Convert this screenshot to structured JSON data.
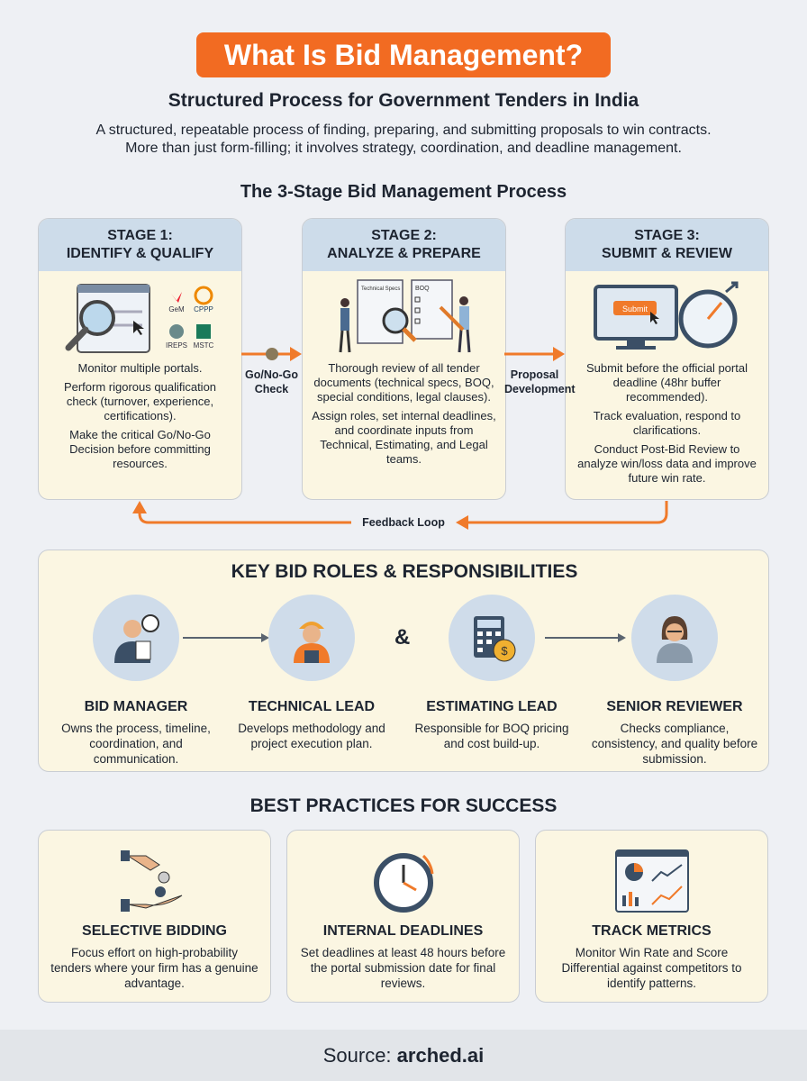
{
  "title": "What Is Bid Management?",
  "subtitle": "Structured Process for Government Tenders in India",
  "description": [
    "A structured, repeatable process of finding, preparing, and submitting proposals to win contracts.",
    "More than just form-filling; it involves strategy, coordination, and deadline management."
  ],
  "process": {
    "title": "The 3-Stage Bid Management Process",
    "stages": [
      {
        "label": "STAGE 1:",
        "name": "IDENTIFY & QUALIFY",
        "portals": [
          "GeM",
          "CPPP",
          "IREPS",
          "MSTC"
        ],
        "points": [
          "Monitor multiple portals.",
          "Perform rigorous qualification check (turnover, experience, certifications).",
          "Make the critical Go/No-Go Decision before committing resources."
        ]
      },
      {
        "label": "STAGE 2:",
        "name": "ANALYZE & PREPARE",
        "doc_labels": [
          "Technical Specs",
          "BOQ"
        ],
        "points": [
          "Thorough review of all tender documents (technical specs, BOQ, special conditions, legal clauses).",
          "Assign roles, set internal deadlines, and coordinate inputs from Technical, Estimating, and Legal teams."
        ]
      },
      {
        "label": "STAGE 3:",
        "name": "SUBMIT & REVIEW",
        "button_label": "Submit",
        "points": [
          "Submit before the official portal deadline (48hr buffer recommended).",
          "Track evaluation, respond to clarifications.",
          "Conduct Post-Bid Review to analyze win/loss data and improve future win rate."
        ]
      }
    ],
    "connectors": [
      "Go/No-Go Check",
      "Proposal Development"
    ],
    "feedback": "Feedback Loop"
  },
  "roles": {
    "title": "KEY BID ROLES & RESPONSIBILITIES",
    "ampersand": "&",
    "items": [
      {
        "name": "BID MANAGER",
        "desc": "Owns the process, timeline, coordination, and communication."
      },
      {
        "name": "TECHNICAL LEAD",
        "desc": "Develops methodology and project execution plan."
      },
      {
        "name": "ESTIMATING LEAD",
        "desc": "Responsible for BOQ pricing and cost build-up."
      },
      {
        "name": "SENIOR REVIEWER",
        "desc": "Checks compliance, consistency, and quality before submission."
      }
    ]
  },
  "best_practices": {
    "title": "BEST PRACTICES FOR SUCCESS",
    "items": [
      {
        "name": "SELECTIVE BIDDING",
        "desc": "Focus effort on high-probability tenders where your firm has a genuine advantage."
      },
      {
        "name": "INTERNAL DEADLINES",
        "desc": "Set deadlines at least 48 hours before the portal submission date for final reviews."
      },
      {
        "name": "TRACK METRICS",
        "desc": "Monitor Win Rate and Score Differential against competitors to identify patterns."
      }
    ]
  },
  "footer": {
    "prefix": "Source: ",
    "brand": "arched.ai"
  },
  "colors": {
    "accent": "#f26b22",
    "card": "#fbf6e2",
    "header": "#cddcea",
    "background": "#eef0f4"
  }
}
